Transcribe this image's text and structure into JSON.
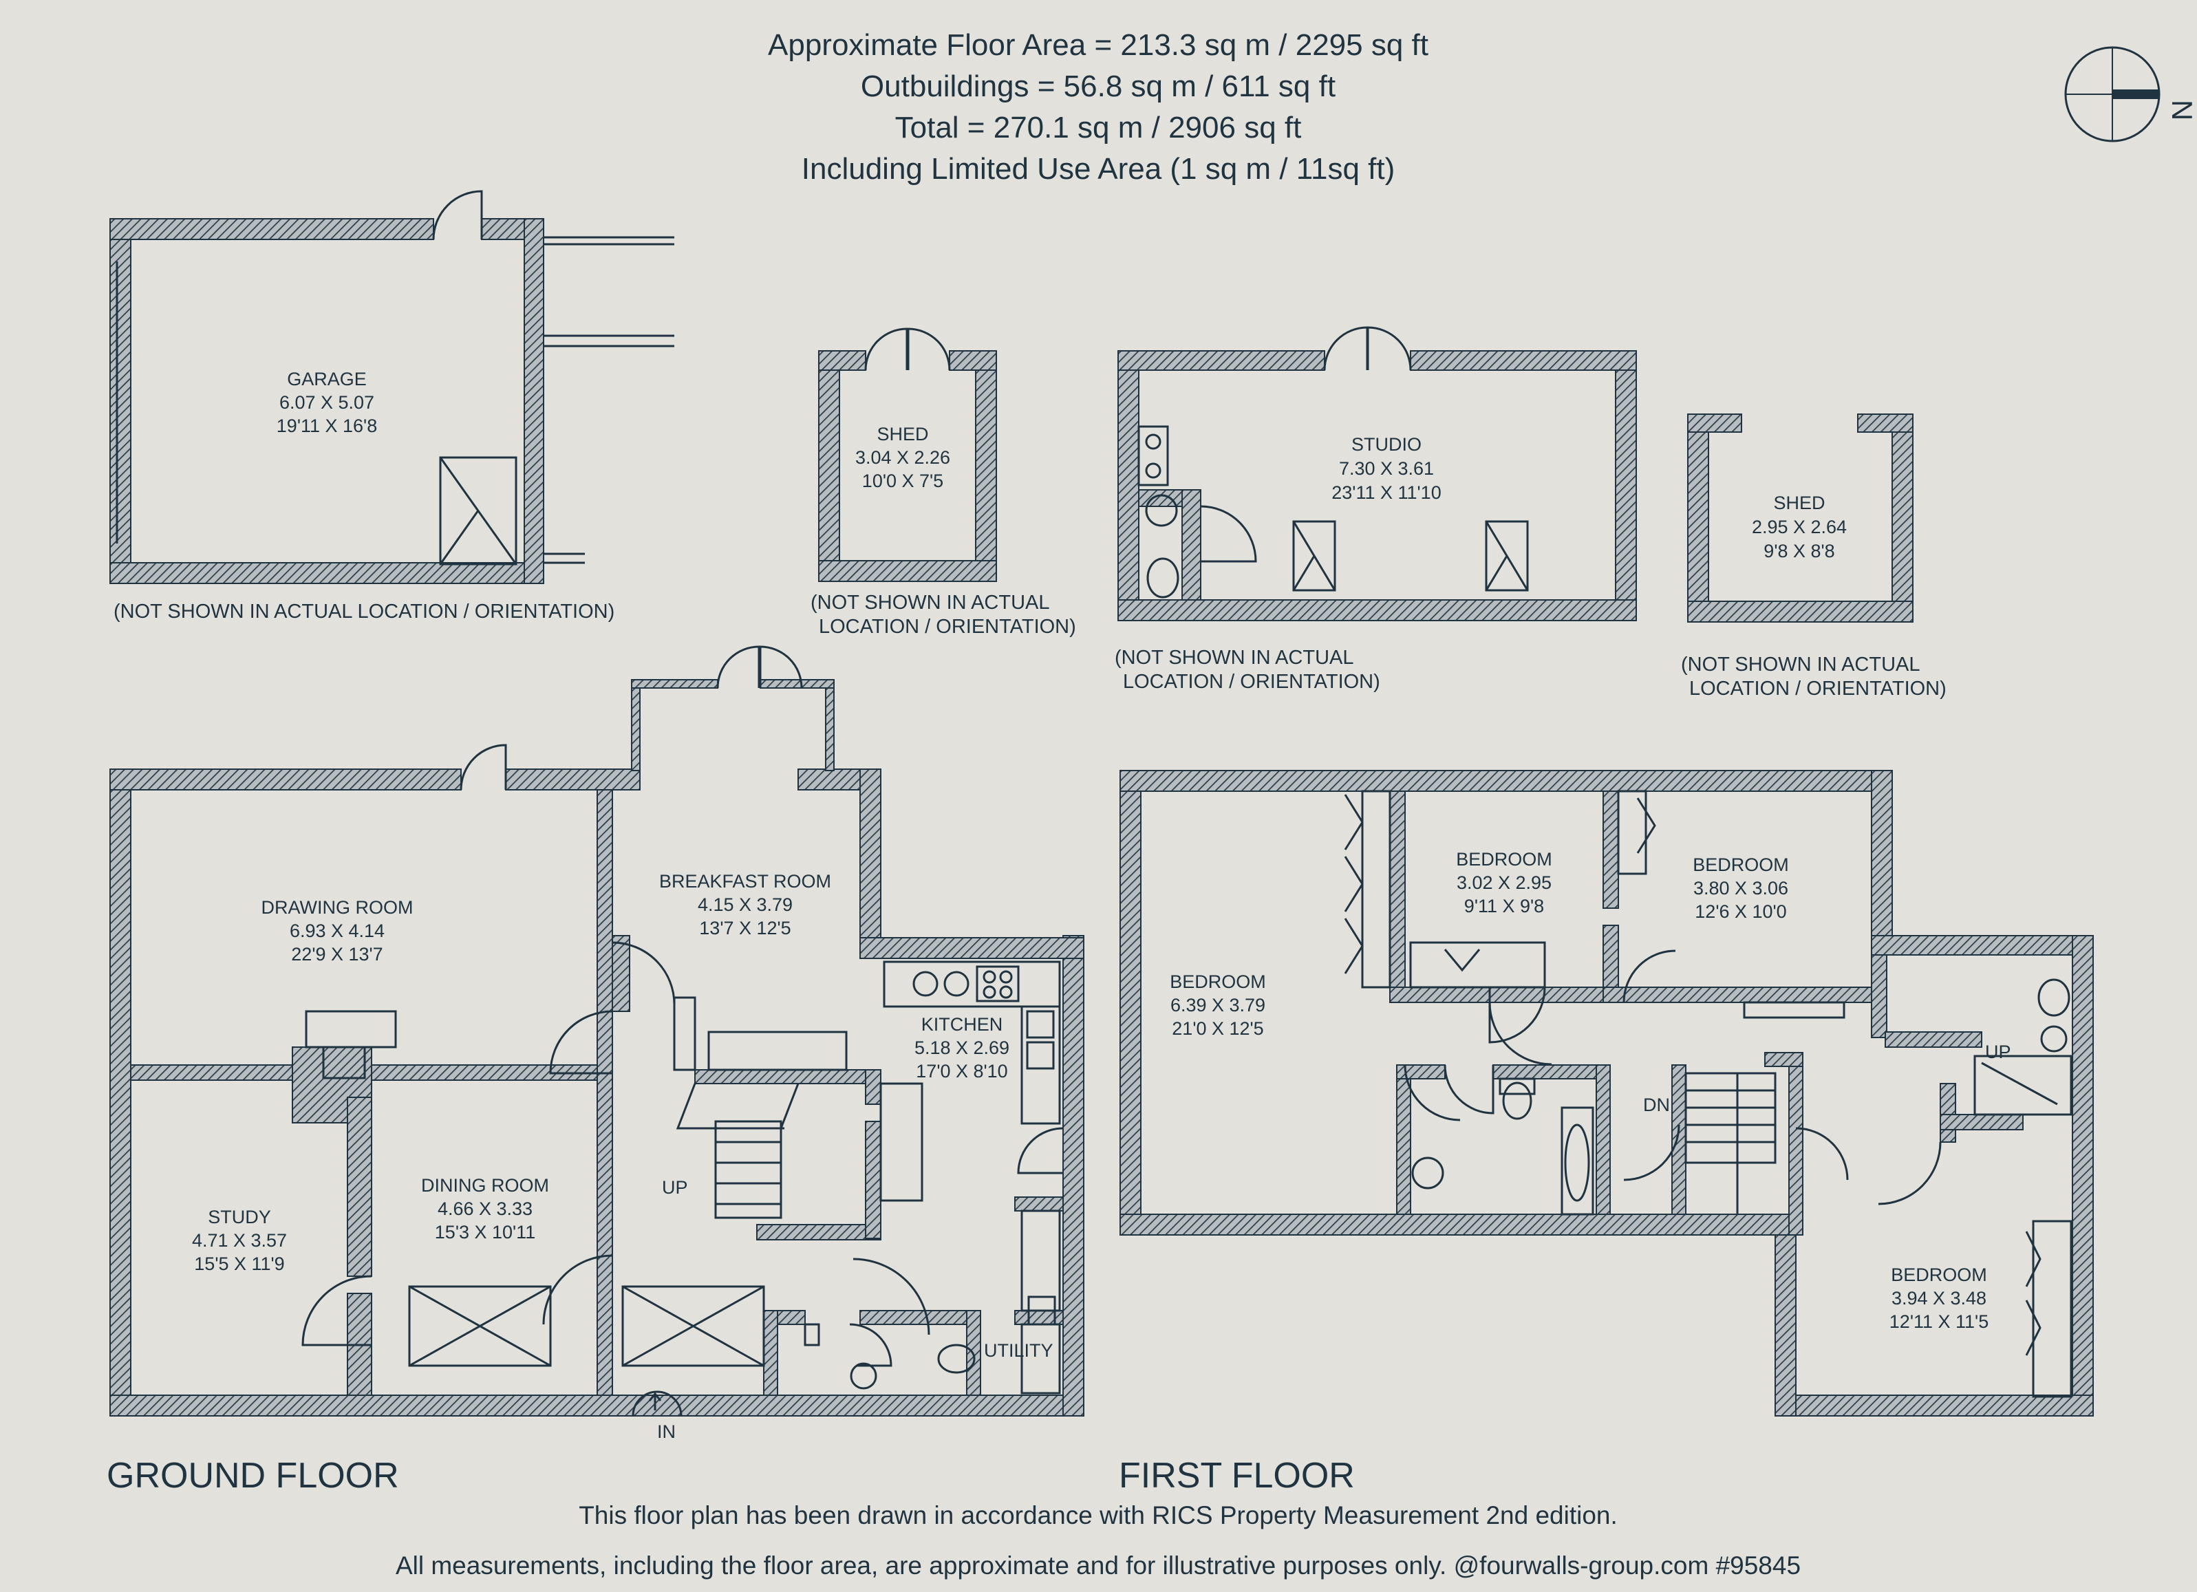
{
  "header": {
    "line1": "Approximate Floor Area = 213.3 sq m / 2295 sq ft",
    "line2": "Outbuildings = 56.8 sq m / 611 sq ft",
    "line3": "Total = 270.1 sq m / 2906 sq ft",
    "line4": "Including Limited Use Area (1 sq m / 11sq ft)"
  },
  "compass": {
    "letter": "N"
  },
  "outbuildings": {
    "garage": {
      "name": "GARAGE",
      "metric": "6.07 X 5.07",
      "imperial": "19'11 X 16'8"
    },
    "shed1": {
      "name": "SHED",
      "metric": "3.04 X 2.26",
      "imperial": "10'0 X 7'5"
    },
    "studio": {
      "name": "STUDIO",
      "metric": "7.30 X 3.61",
      "imperial": "23'11 X 11'10"
    },
    "shed2": {
      "name": "SHED",
      "metric": "2.95 X 2.64",
      "imperial": "9'8 X 8'8"
    },
    "note_garage": "(NOT SHOWN IN ACTUAL LOCATION / ORIENTATION)",
    "note_shed1_a": "(NOT SHOWN IN ACTUAL",
    "note_shed1_b": "LOCATION / ORIENTATION)",
    "note_studio_a": "(NOT SHOWN IN ACTUAL",
    "note_studio_b": "LOCATION / ORIENTATION)",
    "note_shed2_a": "(NOT SHOWN IN ACTUAL",
    "note_shed2_b": "LOCATION / ORIENTATION)"
  },
  "ground_floor": {
    "label": "GROUND FLOOR",
    "drawing": {
      "name": "DRAWING ROOM",
      "metric": "6.93 X 4.14",
      "imperial": "22'9 X 13'7"
    },
    "breakfast": {
      "name": "BREAKFAST ROOM",
      "metric": "4.15 X 3.79",
      "imperial": "13'7 X 12'5"
    },
    "kitchen": {
      "name": "KITCHEN",
      "metric": "5.18 X 2.69",
      "imperial": "17'0 X 8'10"
    },
    "study": {
      "name": "STUDY",
      "metric": "4.71 X 3.57",
      "imperial": "15'5 X 11'9"
    },
    "dining": {
      "name": "DINING ROOM",
      "metric": "4.66 X 3.33",
      "imperial": "15'3 X 10'11"
    },
    "utility": "UTILITY",
    "up": "UP",
    "in": "IN"
  },
  "first_floor": {
    "label": "FIRST FLOOR",
    "bed1": {
      "name": "BEDROOM",
      "metric": "6.39 X 3.79",
      "imperial": "21'0 X 12'5"
    },
    "bed2": {
      "name": "BEDROOM",
      "metric": "3.02 X 2.95",
      "imperial": "9'11 X 9'8"
    },
    "bed3": {
      "name": "BEDROOM",
      "metric": "3.80 X 3.06",
      "imperial": "12'6 X 10'0"
    },
    "bed4": {
      "name": "BEDROOM",
      "metric": "3.94 X 3.48",
      "imperial": "12'11 X 11'5"
    },
    "dn": "DN",
    "up": "UP"
  },
  "footer": {
    "line1": "This floor plan has been drawn in accordance with RICS Property Measurement 2nd edition.",
    "line2": "All measurements, including the floor area, are approximate and for illustrative purposes only. @fourwalls-group.com #95845"
  },
  "colors": {
    "background": "#e3e1db",
    "ink": "#1f3340",
    "wall_fill": "#8f9aa1"
  }
}
